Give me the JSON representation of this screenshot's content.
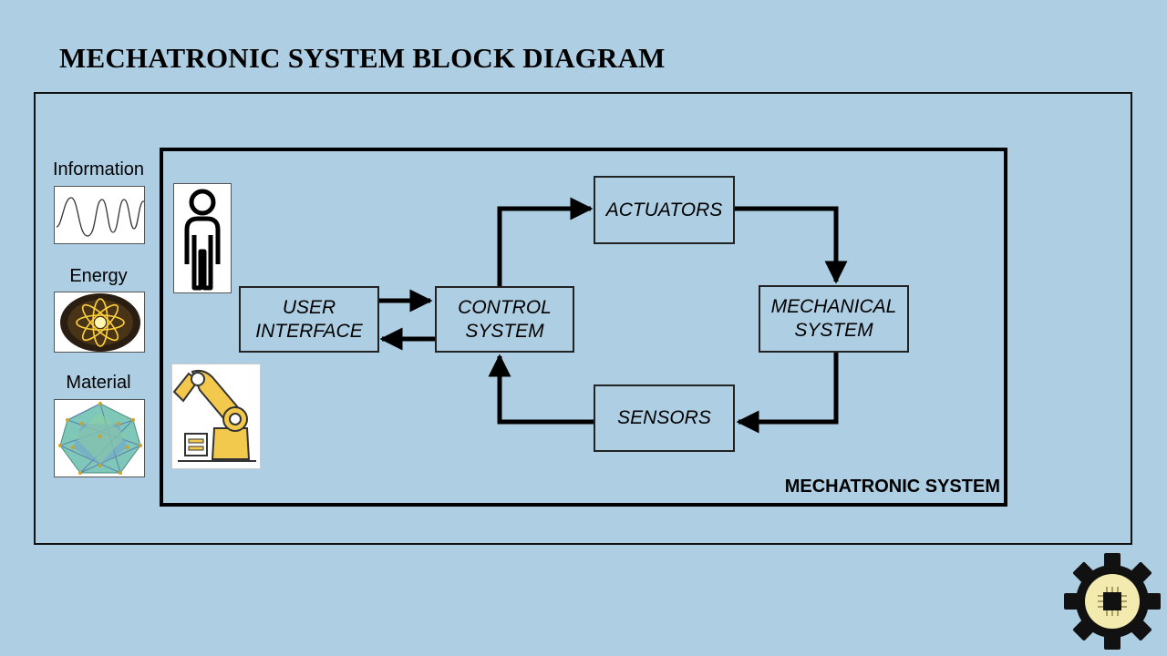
{
  "title": "MECHATRONIC SYSTEM BLOCK DIAGRAM",
  "system_label": "MECHATRONIC SYSTEM",
  "side_items": [
    {
      "label": "Information",
      "icon": "waveform-icon"
    },
    {
      "label": "Energy",
      "icon": "energy-burst-icon"
    },
    {
      "label": "Material",
      "icon": "crystal-lattice-icon"
    }
  ],
  "left_icons": [
    "person-icon",
    "robot-arm-icon"
  ],
  "blocks": {
    "user_interface": [
      "USER",
      "INTERFACE"
    ],
    "control_system": [
      "CONTROL",
      "SYSTEM"
    ],
    "actuators": [
      "ACTUATORS"
    ],
    "mechanical_system": [
      "MECHANICAL",
      "SYSTEM"
    ],
    "sensors": [
      "SENSORS"
    ]
  },
  "colors": {
    "background": "#aecfe3",
    "robot_yellow": "#f2c94c",
    "gear": "#111111",
    "gear_center": "#f3eab0"
  }
}
